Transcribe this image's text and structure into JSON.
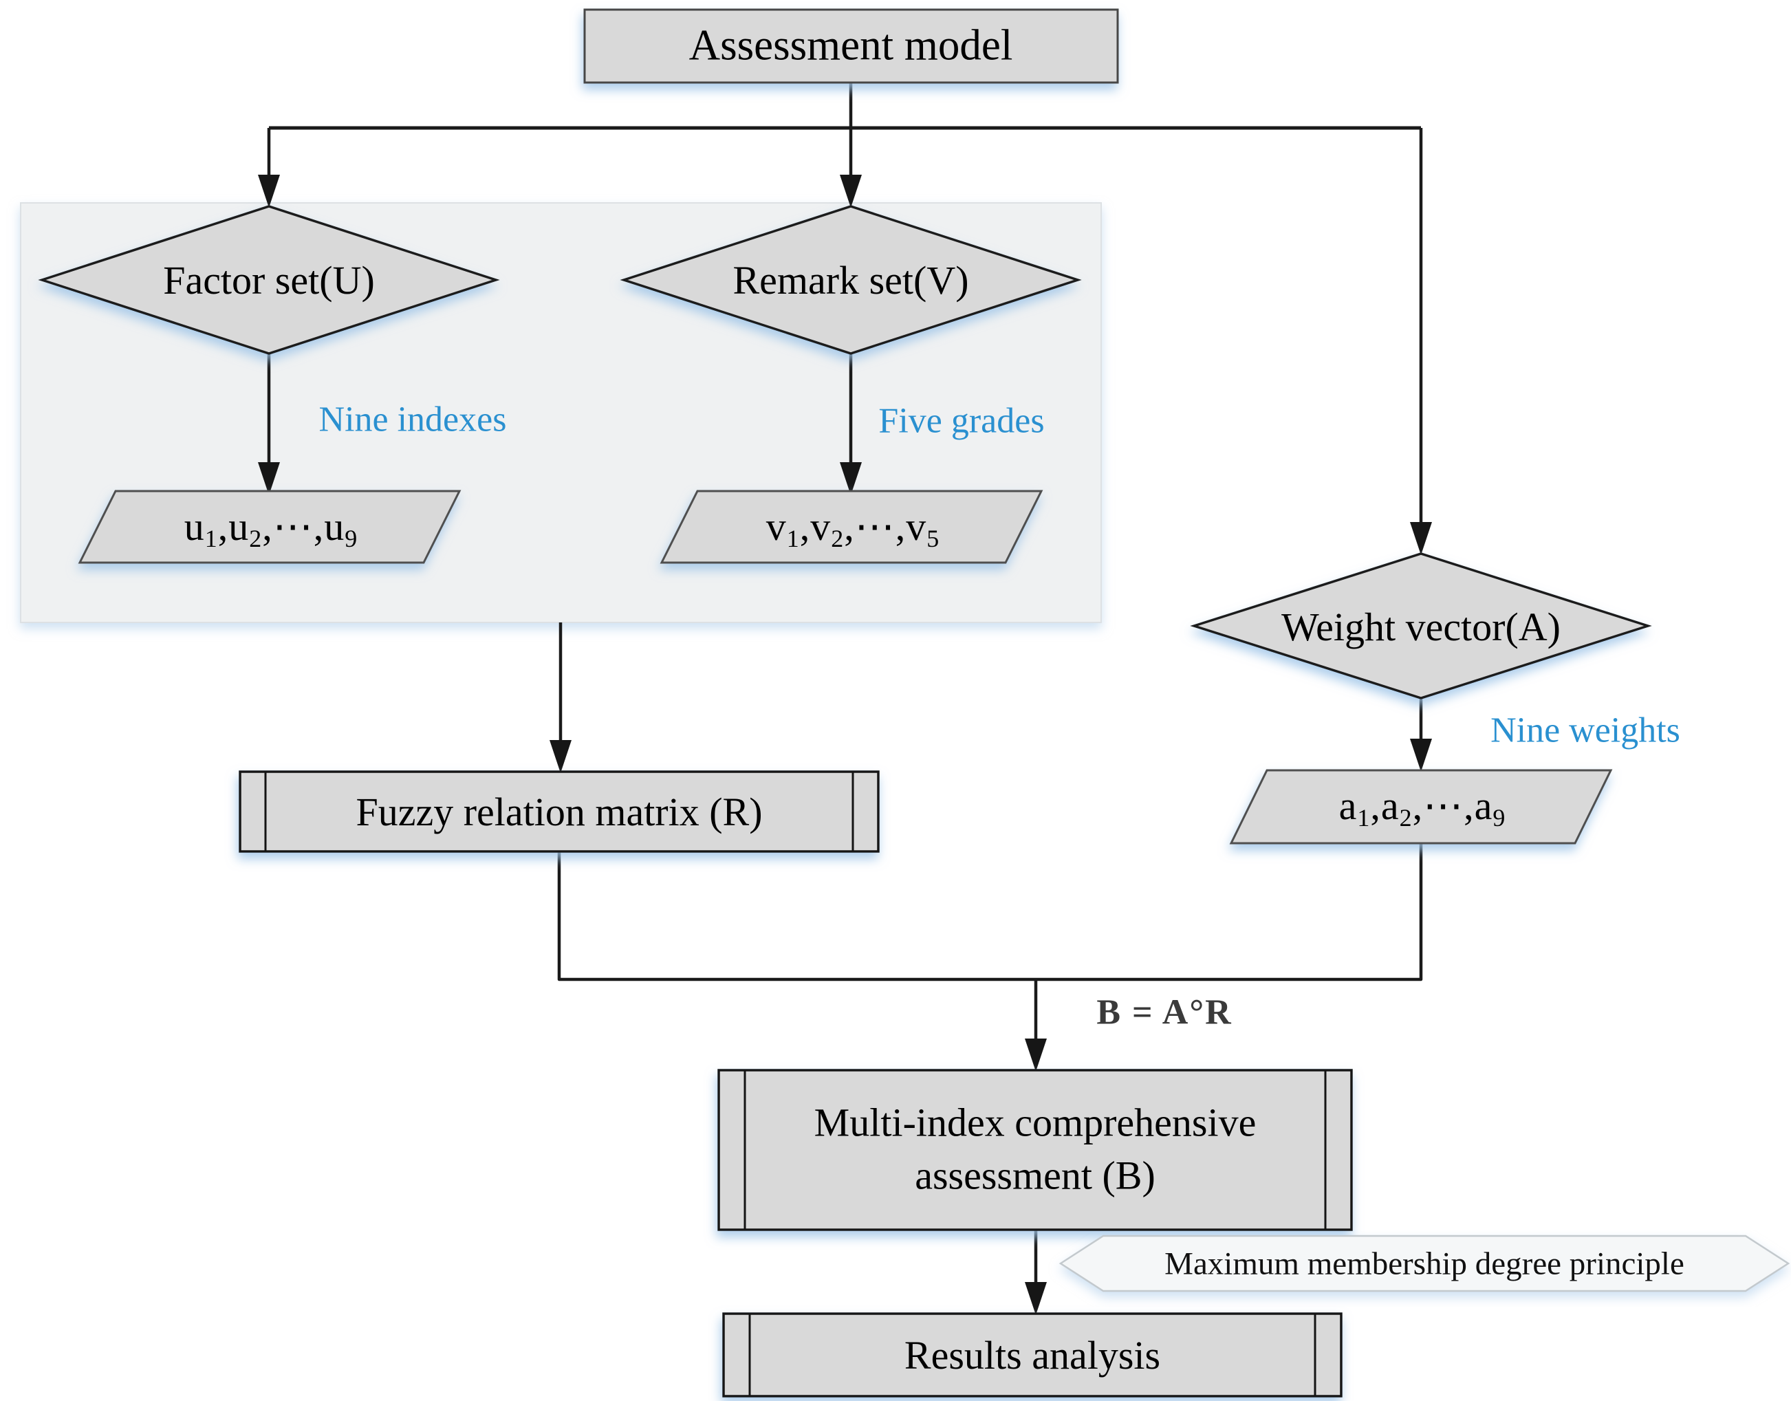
{
  "figure": {
    "type": "flowchart",
    "subject": "Fuzzy comprehensive assessment model"
  },
  "nodes": {
    "assessment_model": {
      "label": "Assessment model",
      "shape": "rectangle"
    },
    "factor_set": {
      "label": "Factor set(U)",
      "shape": "diamond"
    },
    "remark_set": {
      "label": "Remark set(V)",
      "shape": "diamond"
    },
    "weight_vector": {
      "label": "Weight vector(A)",
      "shape": "diamond"
    },
    "factor_indexes": {
      "label": "u₁,u₂,⋯,u₉",
      "shape": "parallelogram"
    },
    "remark_grades": {
      "label": "v₁,v₂,⋯,v₅",
      "shape": "parallelogram"
    },
    "weight_values": {
      "label": "a₁,a₂,⋯,a₉",
      "shape": "parallelogram"
    },
    "fuzzy_relation_matrix": {
      "label": "Fuzzy relation matrix (R)",
      "shape": "predefined-process"
    },
    "multi_index_assessment": {
      "label": "Multi-index comprehensive assessment (B)",
      "shape": "predefined-process"
    },
    "results_analysis": {
      "label": "Results analysis",
      "shape": "predefined-process"
    },
    "max_membership_principle": {
      "label": "Maximum membership degree principle",
      "shape": "hexagon"
    }
  },
  "edge_labels": {
    "nine_indexes": "Nine indexes",
    "five_grades": "Five grades",
    "nine_weights": "Nine weights",
    "formula": "B = A°R"
  },
  "colors": {
    "node_fill": "#d9d9d9",
    "group_fill": "#eff1f2",
    "hexagon_fill": "#f5f7f8",
    "node_border": "#1c1c1c",
    "box_border": "#464646",
    "line": "#1a1a1a",
    "edge_label_blue": "#2a90d0",
    "formula_gray": "#3a3a3a",
    "shadow_blue": "#9fc5e8",
    "background": "#ffffff"
  }
}
